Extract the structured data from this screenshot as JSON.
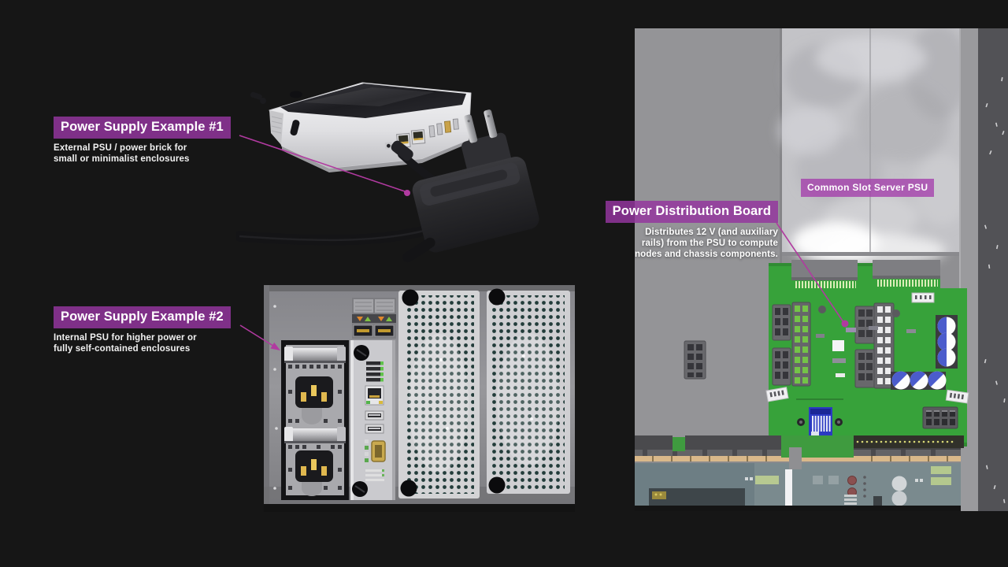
{
  "canvas": {
    "background": "#161616"
  },
  "colors": {
    "callout_bg": "rgba(148,54,158,0.84)",
    "badge_bg": "rgba(164,62,172,0.78)",
    "leader_line": "#b13aa0",
    "pcb_green": "#37a23a",
    "psu_silver": "#c3c3c7",
    "chassis_gray": "#8f8f92",
    "brick_black": "#27272a"
  },
  "callouts": [
    {
      "title": "Power Supply Example #1",
      "caption_lines": [
        "External PSU / power brick for",
        "small or minimalist enclosures"
      ]
    },
    {
      "title": "Power Supply Example #2",
      "caption_lines": [
        "Internal PSU for higher power or",
        "fully self-contained enclosures"
      ]
    },
    {
      "title": "Power Distribution Board",
      "caption_lines": [
        "Distributes 12 V (and auxiliary",
        "rails) from the PSU to compute",
        "nodes and chassis components."
      ]
    }
  ],
  "badge": {
    "label": "Common Slot Server PSU"
  }
}
